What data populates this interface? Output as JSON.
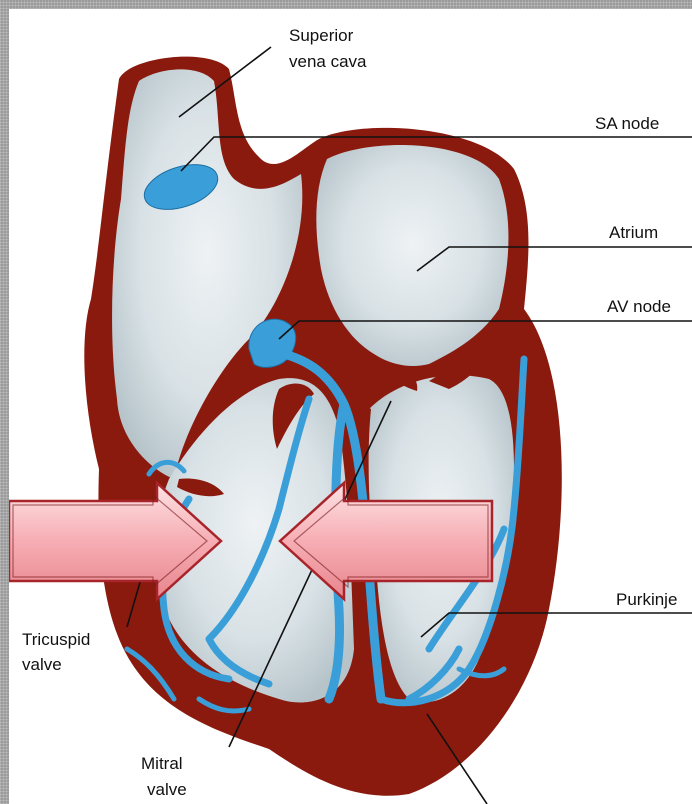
{
  "labels": {
    "superior_vena_cava": [
      "Superior",
      "vena cava"
    ],
    "sa_node": "SA node",
    "atrium": "Atrium",
    "av_node": "AV node",
    "purkinje": "Purkinje",
    "tricuspid_valve": [
      "Tricuspid",
      "valve"
    ],
    "mitral_valve": [
      "Mitral",
      "valve"
    ]
  },
  "colors": {
    "muscle": "#8b1a0e",
    "chamber": "#cfd9de",
    "conduction": "#3a9fd8",
    "arrow_fill": "#f7b3b8",
    "arrow_edge": "#a8242b"
  }
}
